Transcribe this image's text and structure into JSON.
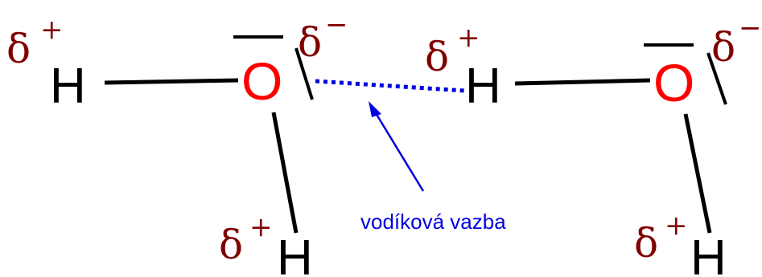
{
  "colors": {
    "hydrogen": "#000000",
    "oxygen": "#ff0000",
    "partial_charge": "#800000",
    "hydrogen_bond": "#0000e0",
    "bond": "#000000"
  },
  "molecule_left": {
    "h_top": "H",
    "oxygen": "O",
    "h_bottom": "H",
    "charge_h_top": {
      "symbol": "δ",
      "sign": "+"
    },
    "charge_oxygen": {
      "symbol": "δ",
      "sign": "−"
    },
    "charge_h_bottom": {
      "symbol": "δ",
      "sign": "+"
    }
  },
  "molecule_right": {
    "h_top": "H",
    "oxygen": "O",
    "h_bottom": "H",
    "charge_h_top": {
      "symbol": "δ",
      "sign": "+"
    },
    "charge_oxygen": {
      "symbol": "δ",
      "sign": "−"
    },
    "charge_h_bottom": {
      "symbol": "δ",
      "sign": "+"
    }
  },
  "hydrogen_bond_label": "vodíková vazba"
}
